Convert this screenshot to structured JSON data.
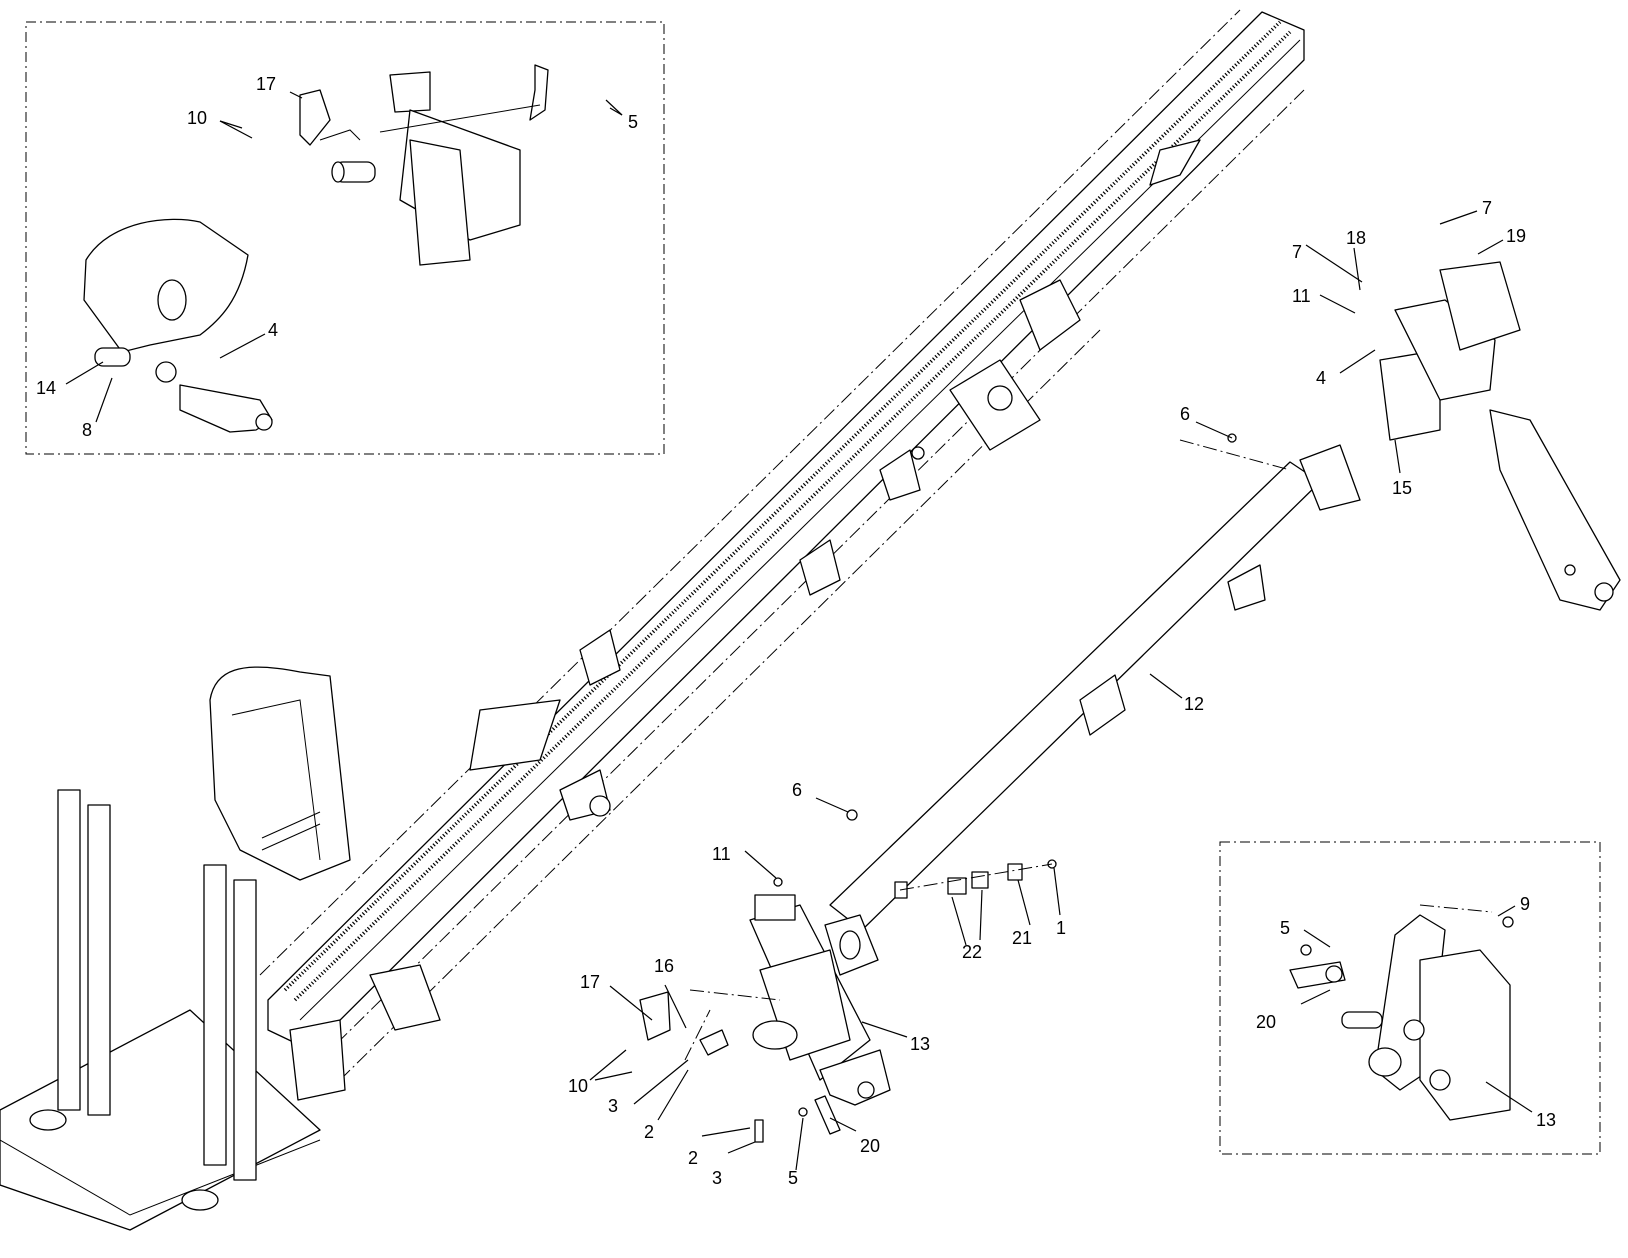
{
  "callouts": {
    "c1": "1",
    "c2a": "2",
    "c2b": "2",
    "c3a": "3",
    "c3b": "3",
    "c4a": "4",
    "c4b": "4",
    "c5a": "5",
    "c5b": "5",
    "c5c": "5",
    "c6a": "6",
    "c6b": "6",
    "c7a": "7",
    "c7b": "7",
    "c8": "8",
    "c9": "9",
    "c10a": "10",
    "c10b": "10",
    "c11a": "11",
    "c11b": "11",
    "c12": "12",
    "c13a": "13",
    "c13b": "13",
    "c14": "14",
    "c15": "15",
    "c16": "16",
    "c17a": "17",
    "c17b": "17",
    "c18": "18",
    "c19": "19",
    "c20a": "20",
    "c20b": "20",
    "c21": "21",
    "c22": "22"
  }
}
